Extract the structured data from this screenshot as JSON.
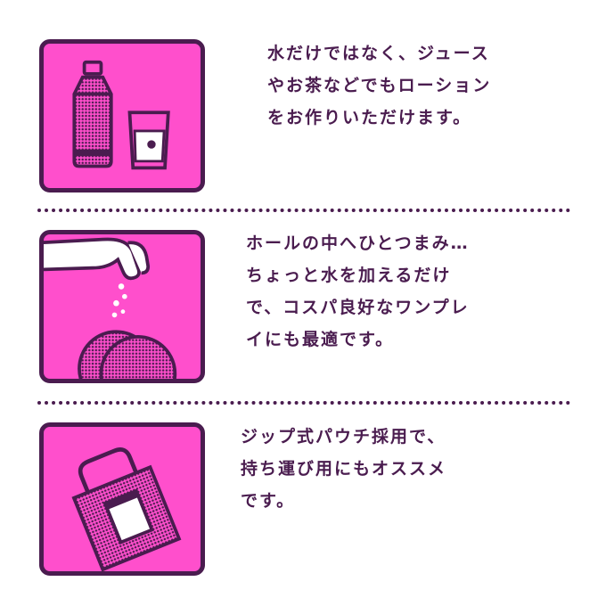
{
  "colors": {
    "accent": "#ff4fcc",
    "outline": "#4a1c4f",
    "background": "#ffffff"
  },
  "sections": [
    {
      "icon": "bottle-and-glass-icon",
      "lines": [
        "水だけではなく、ジュース",
        "やお茶などでもローション",
        "をお作りいただけます。"
      ]
    },
    {
      "icon": "hand-sprinkling-powder-icon",
      "lines": [
        "ホールの中へひとつまみ…",
        "ちょっと水を加えるだけ",
        "で、コスパ良好なワンプレ",
        "イにも最適です。"
      ]
    },
    {
      "icon": "tote-bag-with-pouch-icon",
      "lines": [
        "ジップ式パウチ採用で、",
        "持ち運び用にもオススメ",
        "です。"
      ]
    }
  ]
}
